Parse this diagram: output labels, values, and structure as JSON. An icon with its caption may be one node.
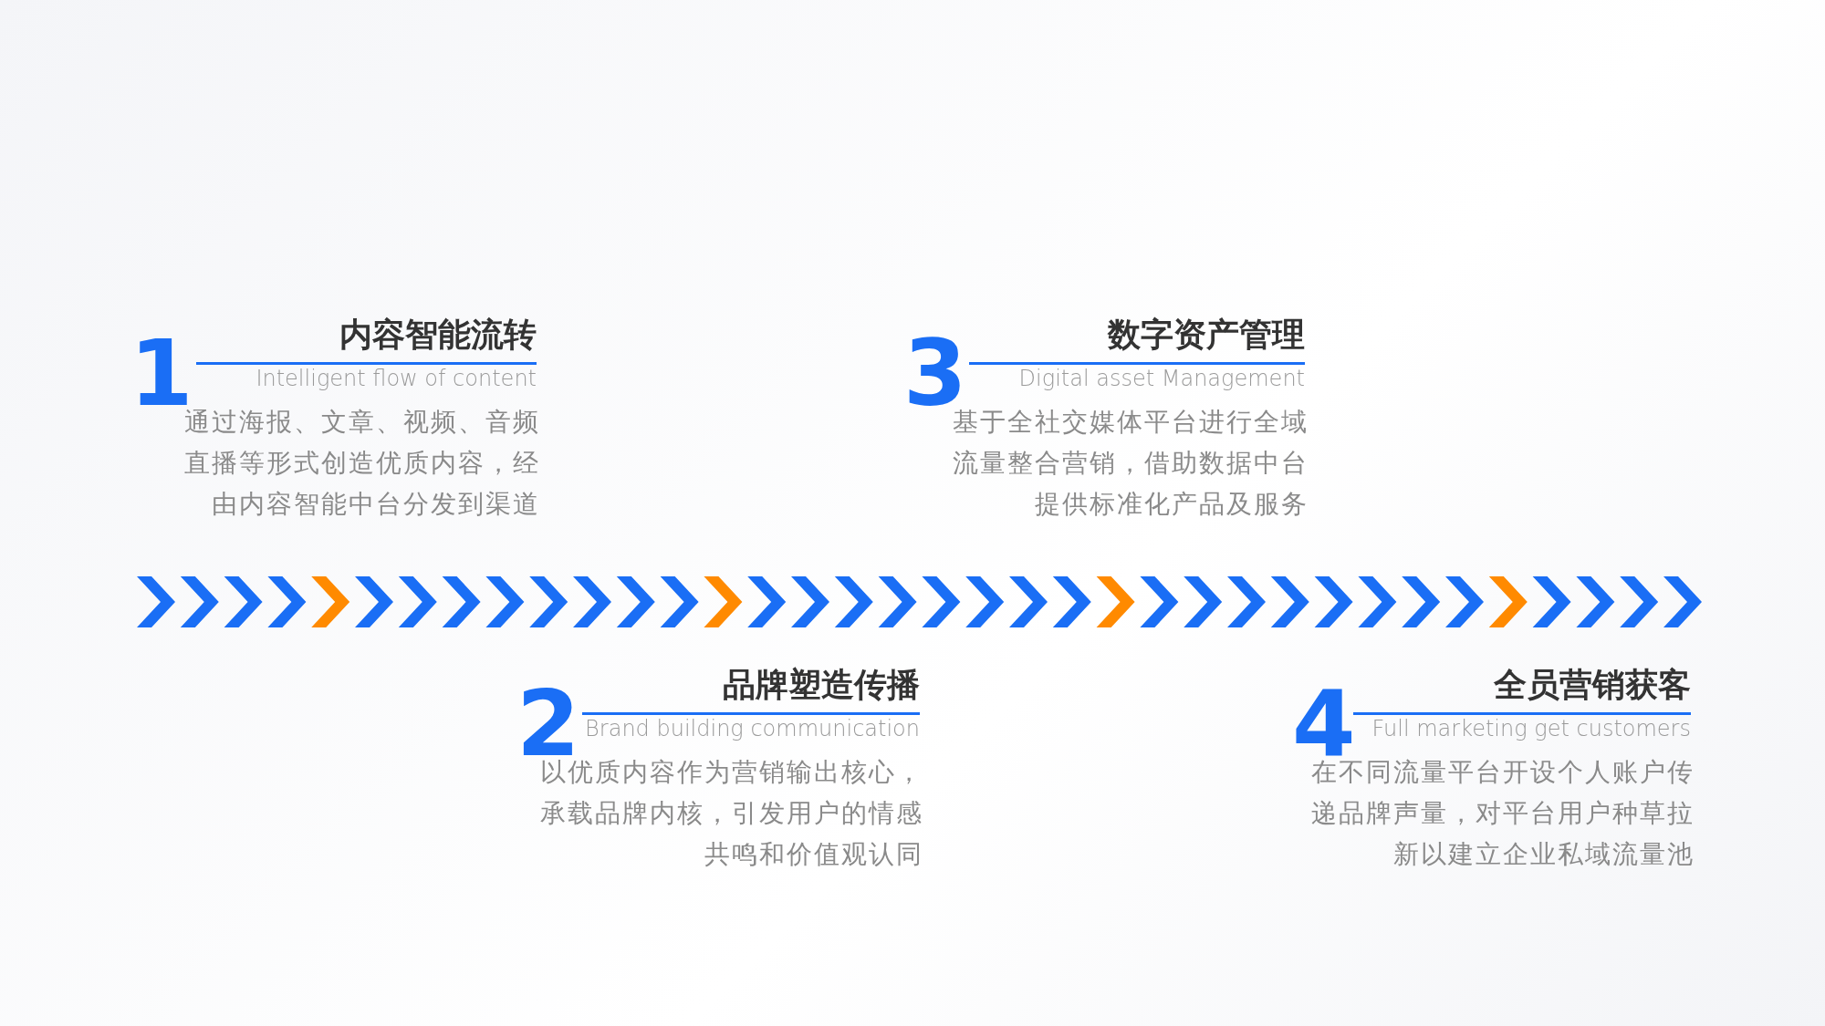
{
  "diagram": {
    "labels": [
      "1",
      "内容智能流转",
      "Intelligent flow of content",
      "通过海报、文章、视频、音频直播等形式创造优质内容，经由内容智能中台分发到渠道",
      "3",
      "数字资产管理",
      "Digital asset Management",
      "基于全社交媒体平台进行全域流量整合营销，借助数据中台提供标准化产品及服务",
      "2",
      "品牌塑造传播",
      "Brand building communication",
      "以优质内容作为营销输出核心，承载品牌内核，引发用户的情感共鸣和价值观认同",
      "4",
      "全员营销获客",
      "Full marketing get customers",
      "在不同流量平台开设个人账户传递品牌声量，对平台用户种草拉新以建立企业私域流量池"
    ]
  }
}
